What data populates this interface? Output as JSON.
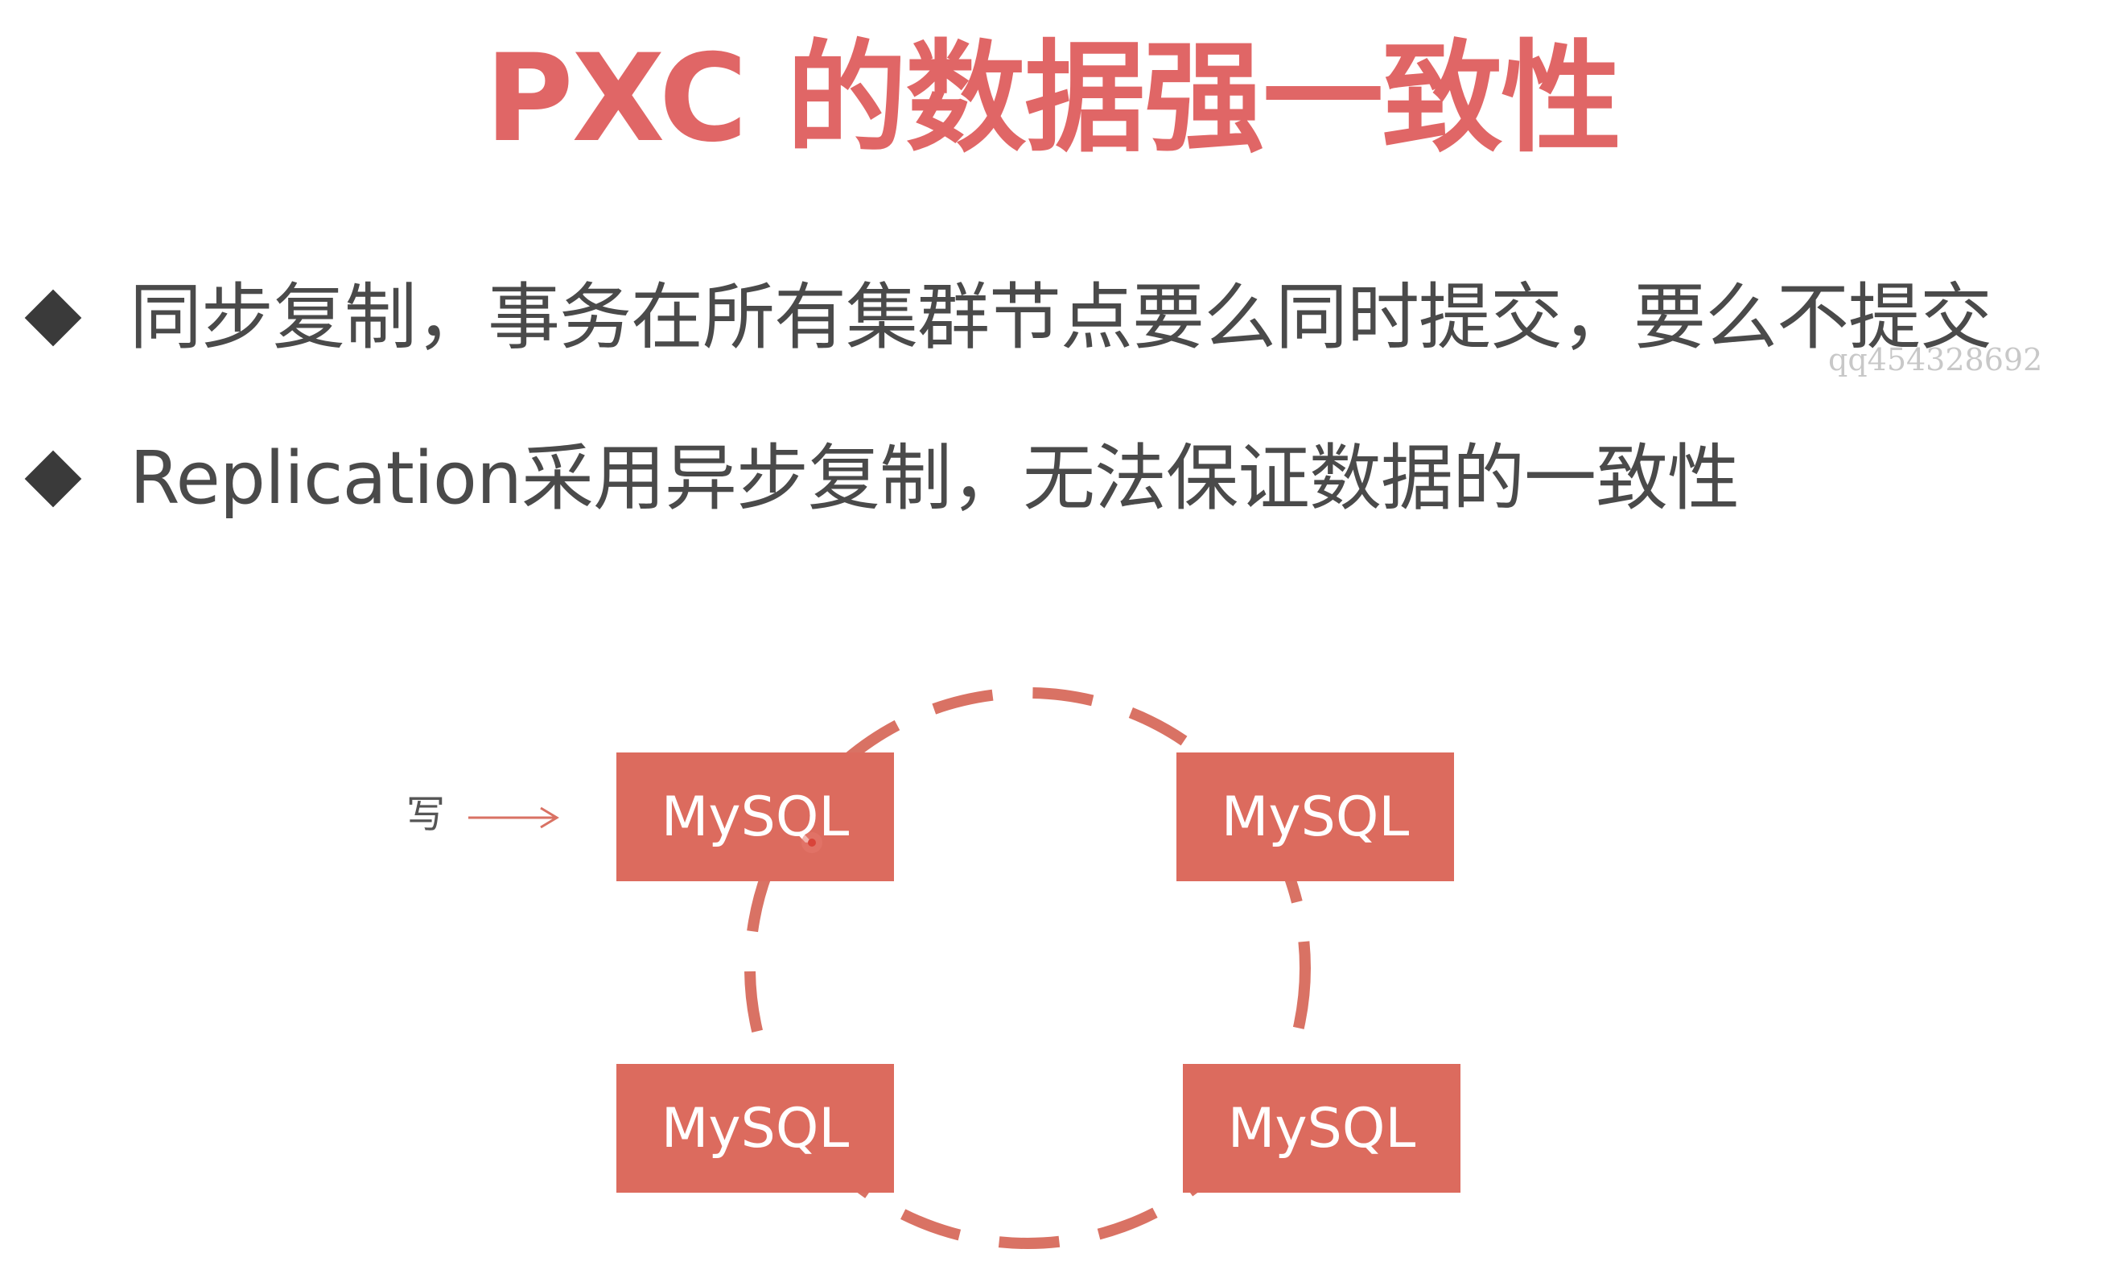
{
  "title": "PXC 的数据强一致性",
  "bullets": [
    "同步复制，事务在所有集群节点要么同时提交，要么不提交",
    "Replication采用异步复制，无法保证数据的一致性"
  ],
  "watermark": "qq454328692",
  "diagram": {
    "write_label": "写",
    "nodes": [
      "MySQL",
      "MySQL",
      "MySQL",
      "MySQL"
    ]
  },
  "colors": {
    "title": "#e06666",
    "node_fill": "#dc6b5e",
    "dashed_ring": "#d97264",
    "arrow": "#d97264",
    "bullet_text": "#4a4a4a"
  }
}
